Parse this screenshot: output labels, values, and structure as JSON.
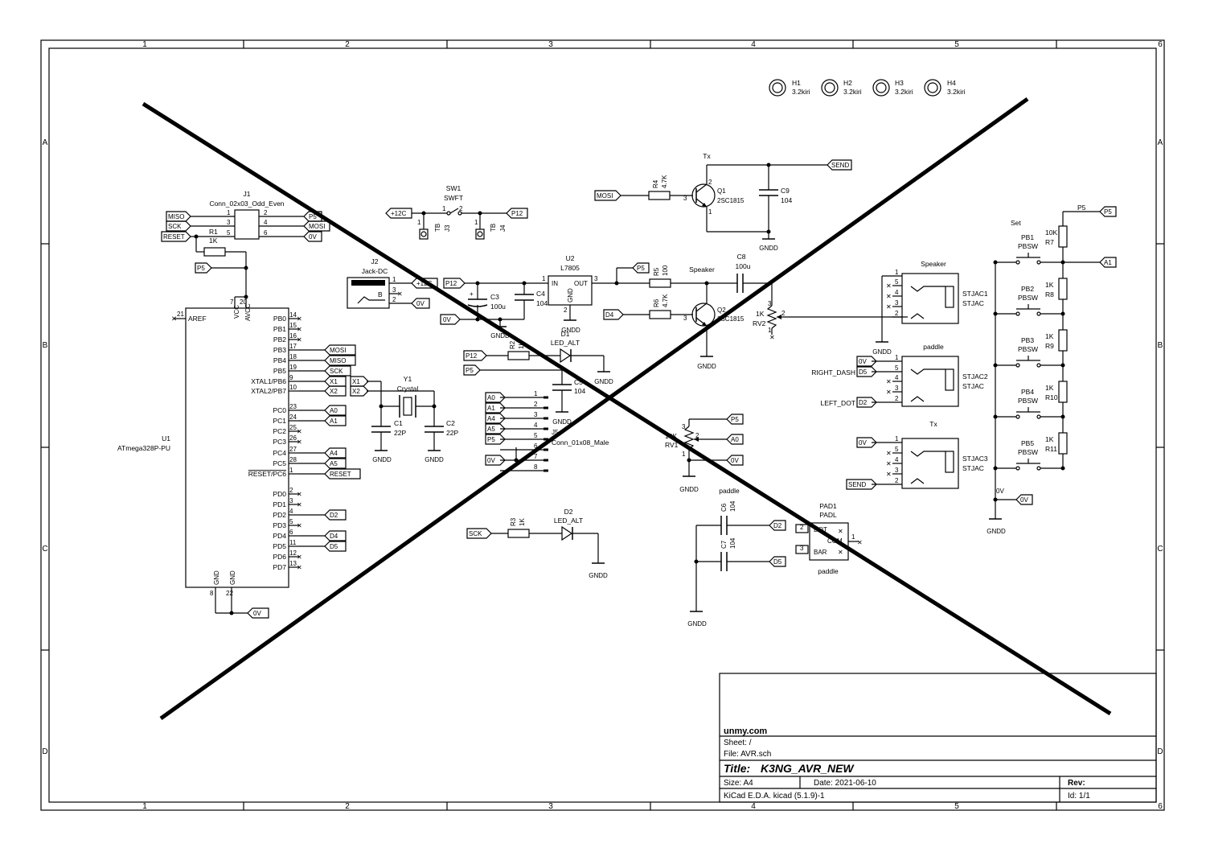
{
  "frame": {
    "columns": [
      "1",
      "2",
      "3",
      "4",
      "5",
      "6"
    ],
    "rows": [
      "A",
      "B",
      "C",
      "D"
    ]
  },
  "title_block": {
    "company": "unmy.com",
    "sheet": "Sheet: /",
    "file": "File: AVR.sch",
    "title_prefix": "Title:",
    "title": "K3NG_AVR_NEW",
    "size": "Size: A4",
    "date": "Date: 2021-06-10",
    "rev": "Rev:",
    "tool": "KiCad E.D.A.  kicad (5.1.9)-1",
    "id": "Id: 1/1"
  },
  "mounting_holes": [
    {
      "ref": "H1",
      "value": "3.2kiri"
    },
    {
      "ref": "H2",
      "value": "3.2kiri"
    },
    {
      "ref": "H3",
      "value": "3.2kiri"
    },
    {
      "ref": "H4",
      "value": "3.2kiri"
    }
  ],
  "u1": {
    "ref": "U1",
    "value": "ATmega328P-PU",
    "pins_right": [
      {
        "n": "14",
        "name": "PB0",
        "nc": true
      },
      {
        "n": "15",
        "name": "PB1",
        "nc": true
      },
      {
        "n": "16",
        "name": "PB2",
        "nc": true
      },
      {
        "n": "17",
        "name": "PB3",
        "label": "MOSI"
      },
      {
        "n": "18",
        "name": "PB4",
        "label": "MISO"
      },
      {
        "n": "19",
        "name": "PB5",
        "label": "SCK"
      },
      {
        "n": "9",
        "name": "XTAL1/PB6",
        "label": "X1"
      },
      {
        "n": "10",
        "name": "XTAL2/PB7",
        "label": "X2"
      },
      {
        "n": "23",
        "name": "PC0",
        "label": "A0"
      },
      {
        "n": "24",
        "name": "PC1",
        "label": "A1"
      },
      {
        "n": "25",
        "name": "PC2",
        "nc": true
      },
      {
        "n": "26",
        "name": "PC3",
        "nc": true
      },
      {
        "n": "27",
        "name": "PC4",
        "label": "A4"
      },
      {
        "n": "28",
        "name": "PC5",
        "label": "A5"
      },
      {
        "n": "1",
        "name": "RESET/PC6",
        "label": "RESET"
      },
      {
        "n": "2",
        "name": "PD0",
        "nc": true
      },
      {
        "n": "3",
        "name": "PD1",
        "nc": true
      },
      {
        "n": "4",
        "name": "PD2",
        "label": "D2"
      },
      {
        "n": "5",
        "name": "PD3",
        "nc": true
      },
      {
        "n": "6",
        "name": "PD4",
        "label": "D4"
      },
      {
        "n": "11",
        "name": "PD5",
        "label": "D5"
      },
      {
        "n": "12",
        "name": "PD6",
        "nc": true
      },
      {
        "n": "13",
        "name": "PD7",
        "nc": true
      }
    ],
    "aref": {
      "n": "21",
      "name": "AREF"
    },
    "vcc": {
      "n": "7",
      "name": "VCC"
    },
    "avcc": {
      "n": "20",
      "name": "AVCC"
    },
    "gnd1": {
      "n": "8",
      "name": "GND"
    },
    "gnd2": {
      "n": "22",
      "name": "GND"
    }
  },
  "j1": {
    "ref": "J1",
    "value": "Conn_02x03_Odd_Even",
    "left": [
      {
        "n": "1",
        "label": "MISO"
      },
      {
        "n": "3",
        "label": "SCK"
      },
      {
        "n": "5",
        "label": "RESET"
      }
    ],
    "right": [
      {
        "n": "2",
        "label": "P5"
      },
      {
        "n": "4",
        "label": "MOSI"
      },
      {
        "n": "6",
        "label": "0V"
      }
    ]
  },
  "r1": {
    "ref": "R1",
    "value": "1K"
  },
  "p5_label": "P5",
  "ov_label": "0V",
  "y1": {
    "ref": "Y1",
    "value": "Crystal",
    "x1": "X1",
    "x2": "X2"
  },
  "c1": {
    "ref": "C1",
    "value": "22P"
  },
  "c2": {
    "ref": "C2",
    "value": "22P"
  },
  "gndd": "GNDD",
  "sw1": {
    "ref": "SW1",
    "value": "SWFT",
    "p12v": "+12C",
    "p12": "P12",
    "p1": "1",
    "p2": "2"
  },
  "j3": {
    "ref": "J3",
    "value": "TB"
  },
  "j4": {
    "ref": "J4",
    "value": "TB"
  },
  "j2": {
    "ref": "J2",
    "value": "Jack-DC",
    "pin1": "1",
    "pin2": "2",
    "pin3": "3",
    "b": "B",
    "label1": "+12C",
    "label2": "0V"
  },
  "u2": {
    "ref": "U2",
    "value": "L7805",
    "in": "IN",
    "out": "OUT",
    "gnd": "GND",
    "n1": "1",
    "n2": "2",
    "n3": "3"
  },
  "c3": {
    "ref": "C3",
    "value": "100u",
    "plus": "+"
  },
  "c4": {
    "ref": "C4",
    "value": "104"
  },
  "c5": {
    "ref": "C5",
    "value": "104"
  },
  "p12_label": "P12",
  "r2": {
    "ref": "R2",
    "value": "1K"
  },
  "d1": {
    "ref": "D1",
    "value": "LED_ALT"
  },
  "j5": {
    "ref": "J5",
    "value": "Conn_01x08_Male",
    "labels": [
      "A0",
      "A1",
      "A4",
      "A5",
      "P5",
      "",
      "0V",
      ""
    ],
    "pins": [
      "1",
      "2",
      "3",
      "4",
      "5",
      "6",
      "7",
      "8"
    ]
  },
  "r4": {
    "ref": "R4",
    "value": "4.7K"
  },
  "q1": {
    "ref": "Q1",
    "value": "2SC1815",
    "tx": "Tx",
    "mosi": "MOSI",
    "send": "SEND"
  },
  "c9": {
    "ref": "C9",
    "value": "104"
  },
  "r5": {
    "ref": "R5",
    "value": "100"
  },
  "r6": {
    "ref": "R6",
    "value": "4.7K"
  },
  "q2": {
    "ref": "Q2",
    "value": "2SC1815",
    "speaker": "Speaker",
    "d4": "D4"
  },
  "c8": {
    "ref": "C8",
    "value": "100u"
  },
  "rv2": {
    "ref": "RV2",
    "value": "1K"
  },
  "rv1": {
    "ref": "RV1",
    "value": "10K"
  },
  "stjac1": {
    "ref": "STJAC1",
    "value": "STJAC",
    "title": "Speaker"
  },
  "stjac2": {
    "ref": "STJAC2",
    "value": "STJAC",
    "title": "paddle",
    "right_dash": "RIGHT_DASH",
    "left_dot": "LEFT_DOT"
  },
  "stjac3": {
    "ref": "STJAC3",
    "value": "STJAC",
    "title": "Tx"
  },
  "pushbuttons": {
    "title": "Set",
    "p5": "P5",
    "a1": "A1",
    "ov": "0V",
    "items": [
      {
        "ref": "PB1",
        "value": "PBSW",
        "r_ref": "R7",
        "r_val": "10K"
      },
      {
        "ref": "PB2",
        "value": "PBSW",
        "r_ref": "R8",
        "r_val": "1K"
      },
      {
        "ref": "PB3",
        "value": "PBSW",
        "r_ref": "R9",
        "r_val": "1K"
      },
      {
        "ref": "PB4",
        "value": "PBSW",
        "r_ref": "R10",
        "r_val": "1K"
      },
      {
        "ref": "PB5",
        "value": "PBSW",
        "r_ref": "R11",
        "r_val": "1K"
      }
    ]
  },
  "c6": {
    "ref": "C6",
    "value": "104"
  },
  "c7": {
    "ref": "C7",
    "value": "104"
  },
  "pad1": {
    "ref": "PAD1",
    "value": "PADL",
    "dot": "DOT",
    "bar": "BAR",
    "com": "COM",
    "title": "paddle",
    "caption": "paddle"
  },
  "d2": {
    "ref": "D2",
    "value": "LED_ALT"
  },
  "r3": {
    "ref": "R3",
    "value": "1K"
  },
  "sck_label": "SCK"
}
